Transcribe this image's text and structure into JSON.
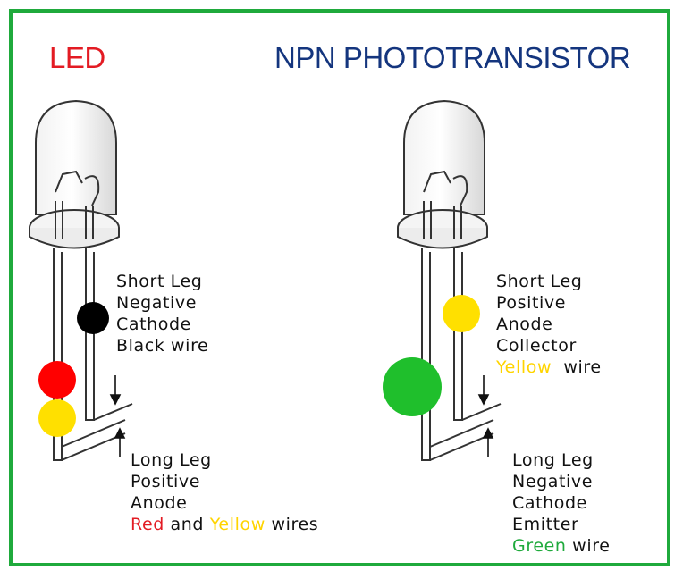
{
  "colors": {
    "frame": "#1faa3c",
    "led_title": "#e31b23",
    "npn_title": "#14357e",
    "red": "#ff0000",
    "yellow": "#ffe000",
    "black": "#000000",
    "green": "#1fbf2c"
  },
  "led": {
    "title": "LED",
    "short_leg": [
      "Short Leg",
      "Negative",
      "Cathode",
      "Black wire"
    ],
    "long_leg": {
      "lines": [
        "Long Leg",
        "Positive",
        "Anode"
      ],
      "wire_line": {
        "red": "Red",
        "and": " and ",
        "yellow": "Yellow",
        "rest": " wires"
      }
    }
  },
  "npn": {
    "title": "NPN PHOTOTRANSISTOR",
    "short_leg": {
      "lines": [
        "Short Leg",
        "Positive",
        "Anode",
        "Collector"
      ],
      "wire_line": {
        "yellow": "Yellow",
        "rest": "  wire"
      }
    },
    "long_leg": {
      "lines": [
        "Long Leg",
        "Negative",
        "Cathode",
        "Emitter"
      ],
      "wire_line": {
        "green": "Green",
        "rest": " wire"
      }
    }
  }
}
